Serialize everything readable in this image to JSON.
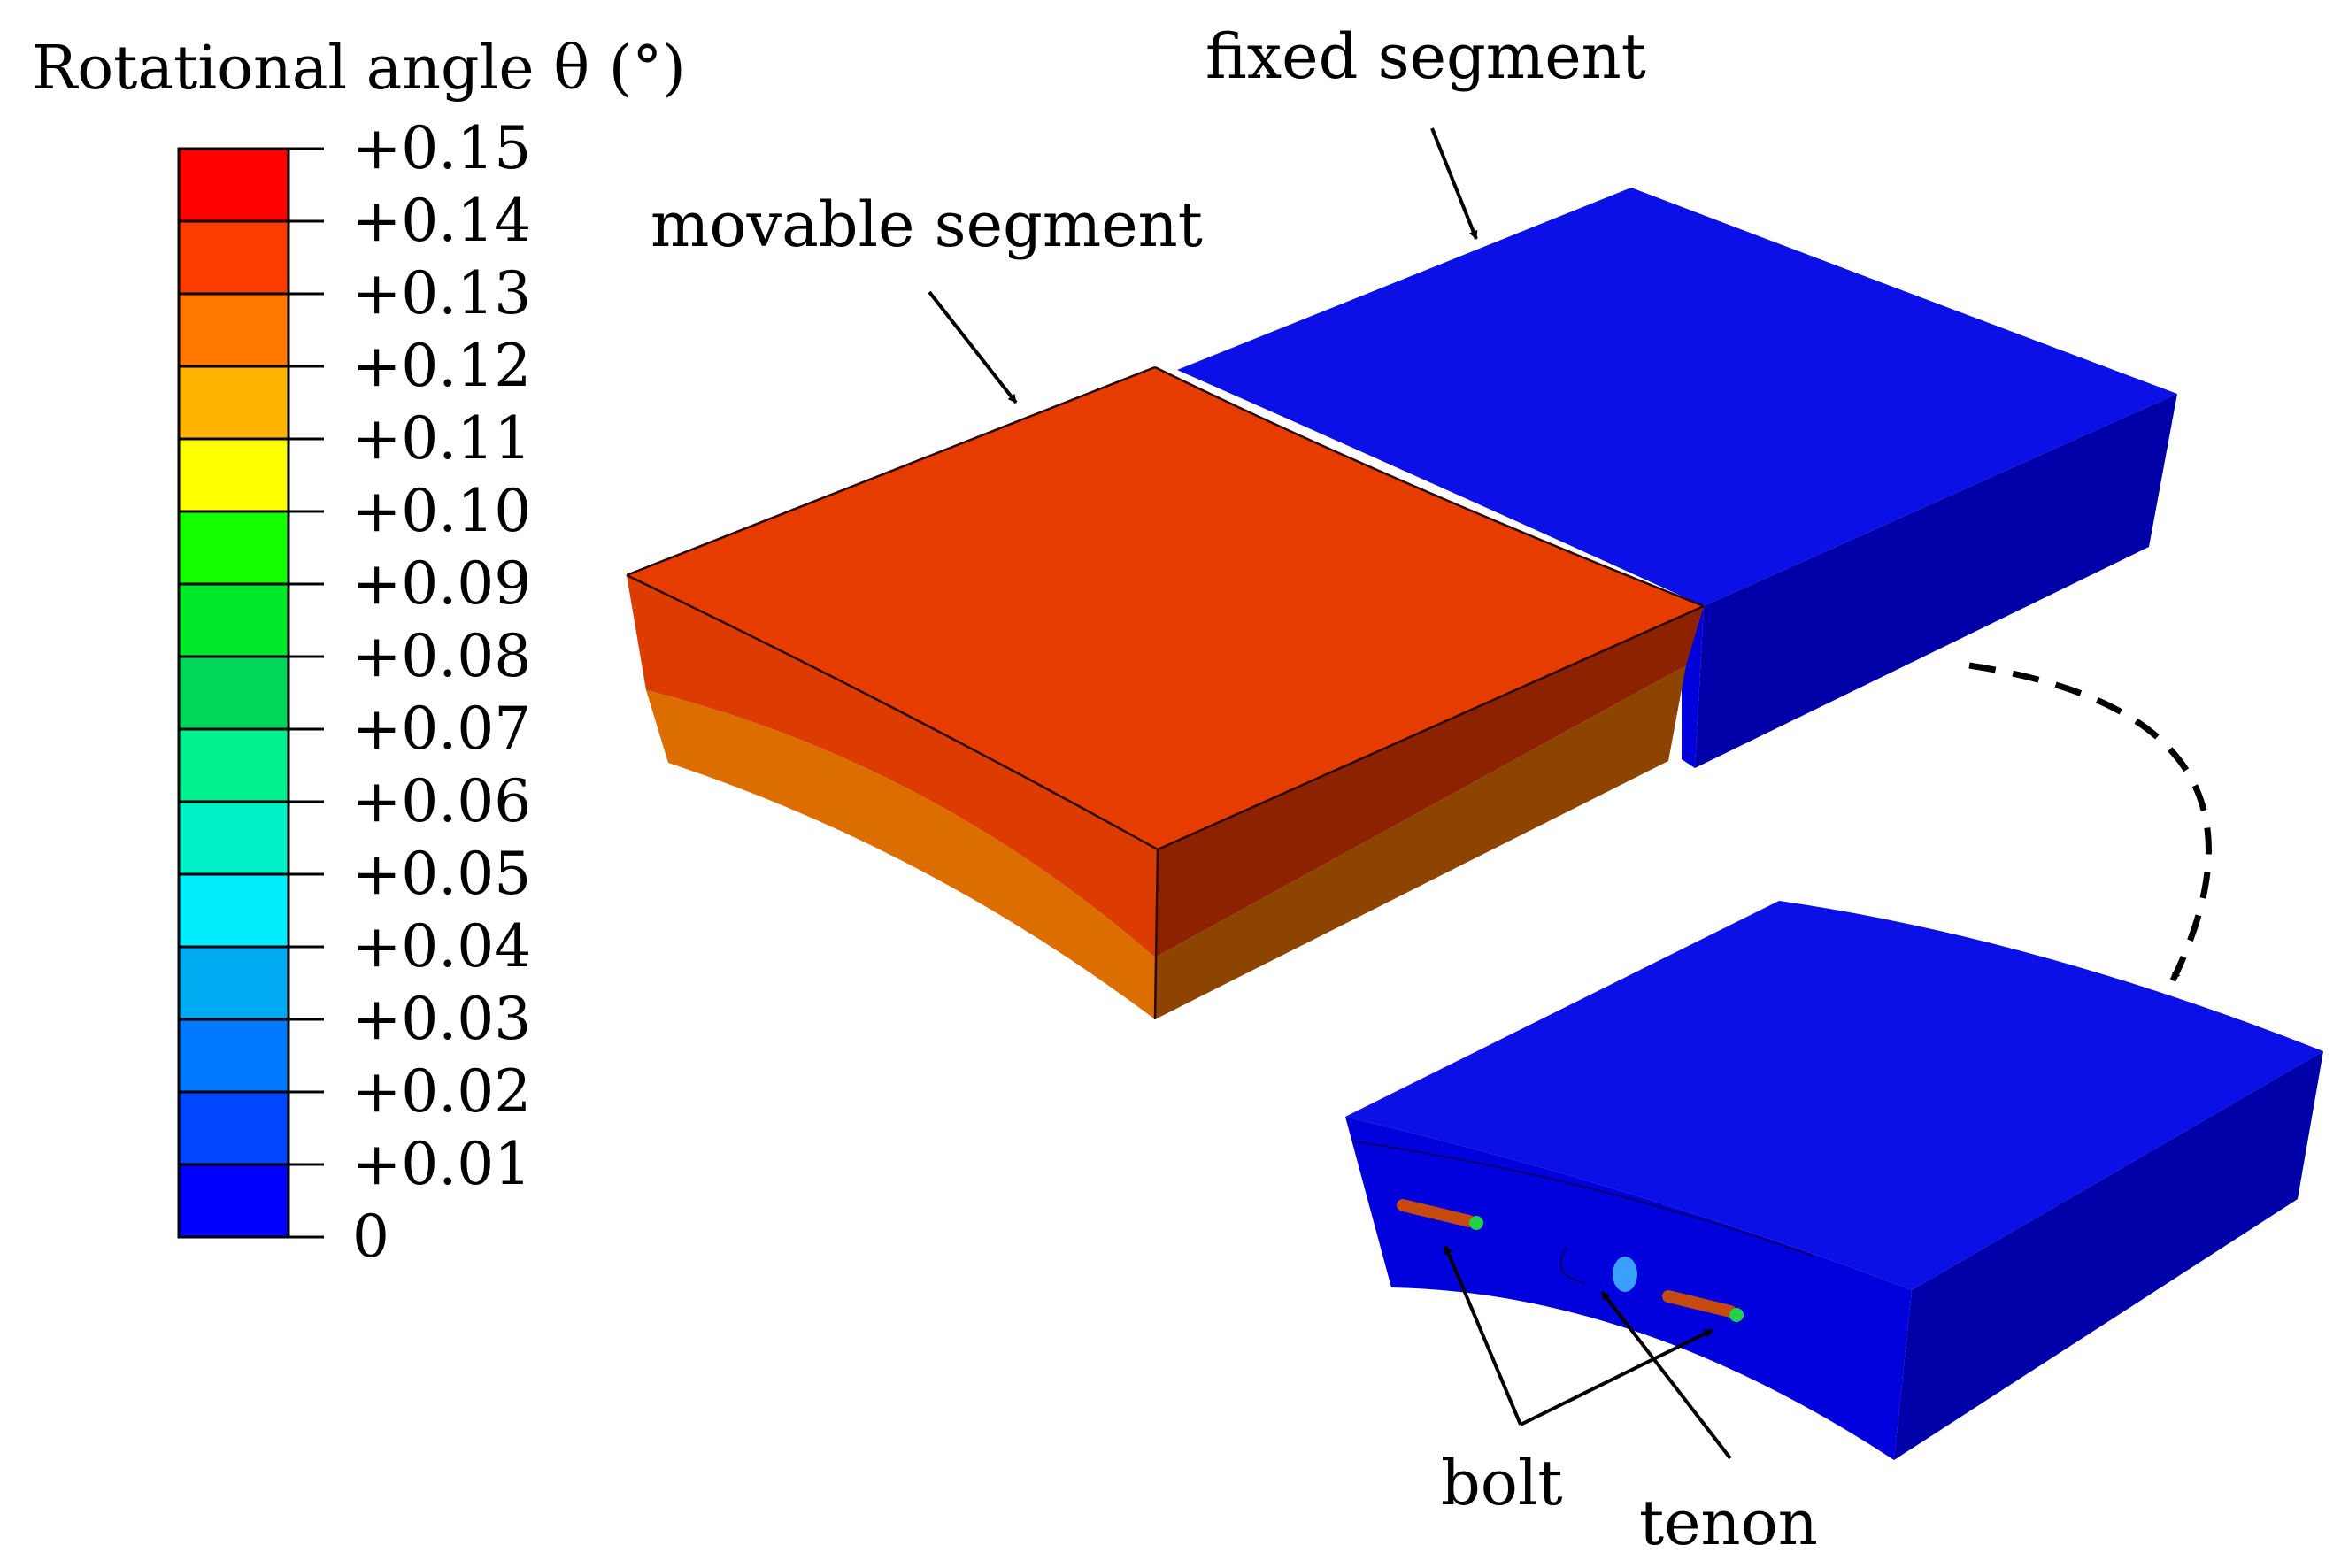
{
  "legend": {
    "title": "Rotational angle θ (°)",
    "labels": [
      "+0.15",
      "+0.14",
      "+0.13",
      "+0.12",
      "+0.11",
      "+0.10",
      "+0.09",
      "+0.08",
      "+0.07",
      "+0.06",
      "+0.05",
      "+0.04",
      "+0.03",
      "+0.02",
      "+0.01",
      "0"
    ],
    "colors": [
      "#ff0000",
      "#ff3c00",
      "#ff7800",
      "#ffb400",
      "#ffff00",
      "#14ff00",
      "#00e628",
      "#00d75a",
      "#00f090",
      "#00f0c8",
      "#00eeff",
      "#00aaf0",
      "#0078ff",
      "#0046ff",
      "#0000ff"
    ]
  },
  "callouts": {
    "fixed": "fixed segment",
    "movable": "movable segment",
    "bolt": "bolt",
    "tenon": "tenon"
  },
  "colors": {
    "movable_top": "#e63c00",
    "movable_front_upper": "#dc3c00",
    "movable_front_lower": "#dc6e00",
    "movable_side_upper": "#8c2200",
    "movable_side_lower": "#8c4400",
    "fixed_top": "#0a10e6",
    "fixed_side": "#0000a8",
    "fixed_front": "#0000dc"
  }
}
